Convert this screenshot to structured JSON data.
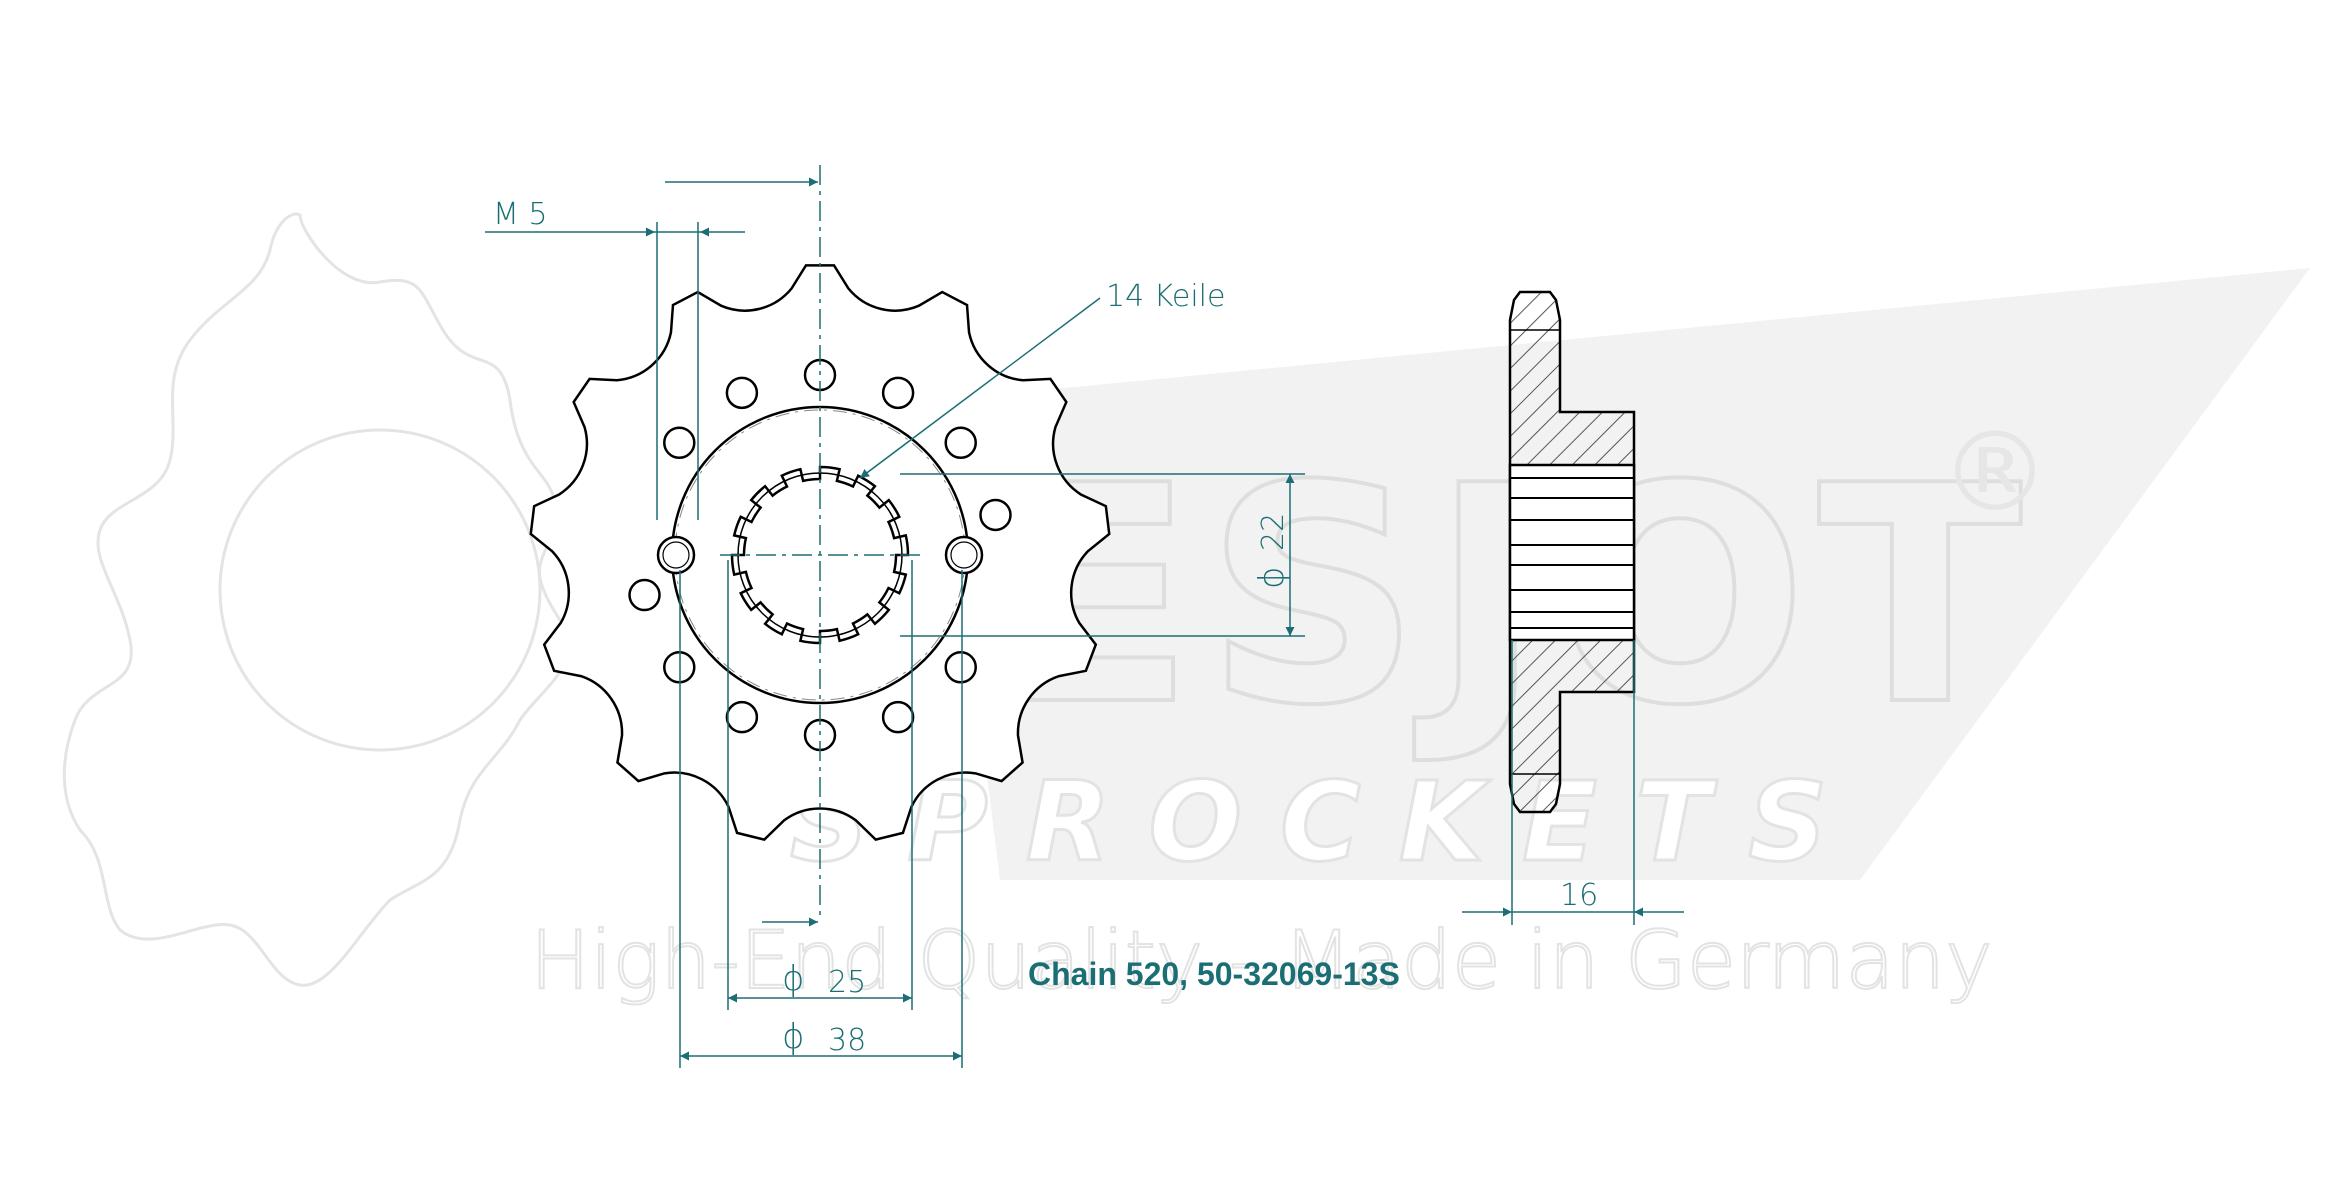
{
  "watermark": {
    "brand": "ESJOT",
    "registered": "®",
    "subbrand": "SPROCKETS",
    "tagline": "High-End Quality - Made in Germany"
  },
  "dimensions": {
    "m5": "M 5",
    "keile": "14 Keile",
    "phi": "ϕ",
    "d22": "22",
    "d25": "25",
    "d38": "38",
    "w16": "16"
  },
  "part_label": "Chain 520, 50-32069-13S",
  "colors": {
    "dimension": "#1b6f74",
    "outline": "#000000",
    "watermark": "#e3e3e3",
    "hatch": "#555555"
  }
}
